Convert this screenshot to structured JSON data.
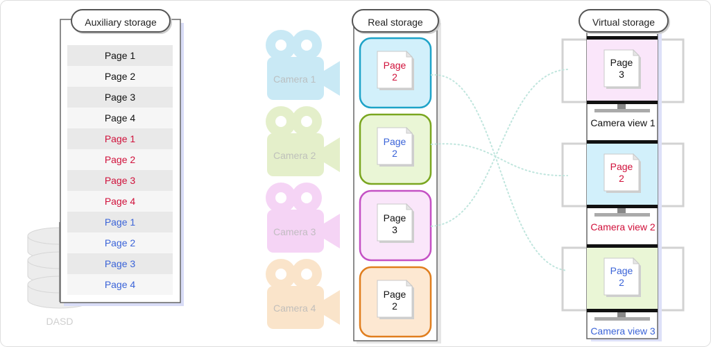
{
  "colors": {
    "black": "#111111",
    "red": "#d0103a",
    "blue": "#3a63d8",
    "cyan": "#1ea3c8",
    "green": "#7aa620",
    "magenta": "#c451c4",
    "orange": "#e07e1e"
  },
  "titles": {
    "auxiliary": "Auxiliary storage",
    "real": "Real storage",
    "virtual": "Virtual storage"
  },
  "dasd_label": "DASD",
  "auxiliary_pages": [
    {
      "label": "Page 1",
      "color": "black"
    },
    {
      "label": "Page 2",
      "color": "black"
    },
    {
      "label": "Page 3",
      "color": "black"
    },
    {
      "label": "Page 4",
      "color": "black"
    },
    {
      "label": "Page 1",
      "color": "red"
    },
    {
      "label": "Page 2",
      "color": "red"
    },
    {
      "label": "Page 3",
      "color": "red"
    },
    {
      "label": "Page 4",
      "color": "red"
    },
    {
      "label": "Page 1",
      "color": "blue"
    },
    {
      "label": "Page 2",
      "color": "blue"
    },
    {
      "label": "Page 3",
      "color": "blue"
    },
    {
      "label": "Page 4",
      "color": "blue"
    }
  ],
  "cameras": [
    {
      "label": "Camera 1",
      "color": "#9ed8ee"
    },
    {
      "label": "Camera 2",
      "color": "#cfe3a0"
    },
    {
      "label": "Camera 3",
      "color": "#eeb2ee"
    },
    {
      "label": "Camera 4",
      "color": "#f7cf9f"
    }
  ],
  "real_pages": [
    {
      "text": "Page\n2",
      "text_color": "red",
      "border": "cyan",
      "fill": "#d2f0fb"
    },
    {
      "text": "Page\n2",
      "text_color": "blue",
      "border": "green",
      "fill": "#eaf6d6"
    },
    {
      "text": "Page\n3",
      "text_color": "black",
      "border": "magenta",
      "fill": "#fae6fa"
    },
    {
      "text": "Page\n2",
      "text_color": "black",
      "border": "orange",
      "fill": "#fde8d2"
    }
  ],
  "virtual_views": [
    {
      "page": "Page\n3",
      "page_color": "black",
      "label": "Camera view 1",
      "label_color": "black",
      "fill": "#fae6fa"
    },
    {
      "page": "Page\n2",
      "page_color": "red",
      "label": "Camera view 2",
      "label_color": "red",
      "fill": "#d2f0fb"
    },
    {
      "page": "Page\n2",
      "page_color": "blue",
      "label": "Camera view 3",
      "label_color": "blue",
      "fill": "#eaf6d6"
    }
  ]
}
